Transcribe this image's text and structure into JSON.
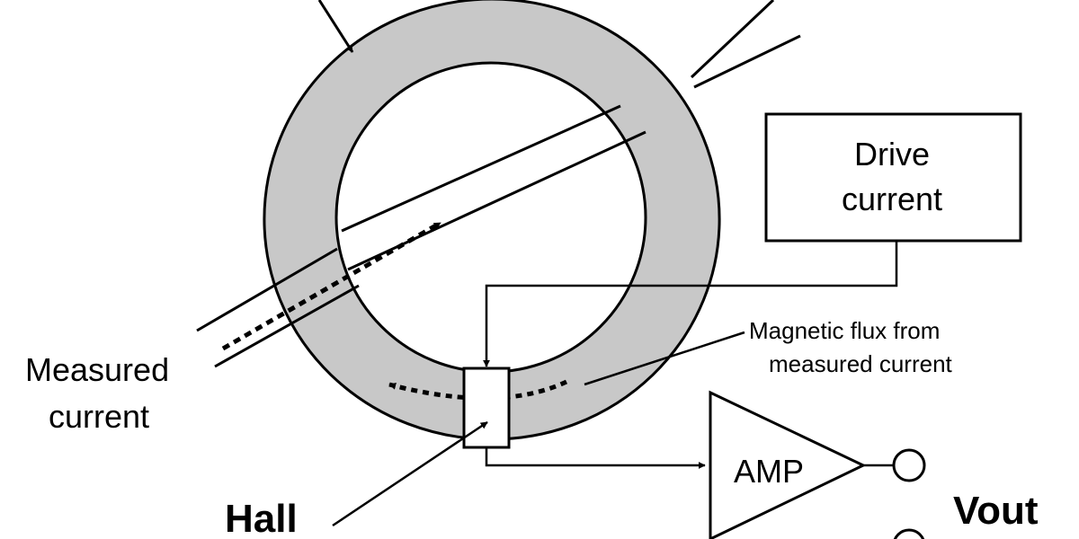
{
  "labels": {
    "drive_current_line1": "Drive",
    "drive_current_line2": "current",
    "measured_current_line1": "Measured",
    "measured_current_line2": "current",
    "flux_line1": "Magnetic flux from",
    "flux_line2": "measured current",
    "amp": "AMP",
    "hall": "Hall",
    "vout": "Vout"
  },
  "colors": {
    "core_fill": "#c8c8c8",
    "stroke": "#000000",
    "background": "#ffffff"
  }
}
